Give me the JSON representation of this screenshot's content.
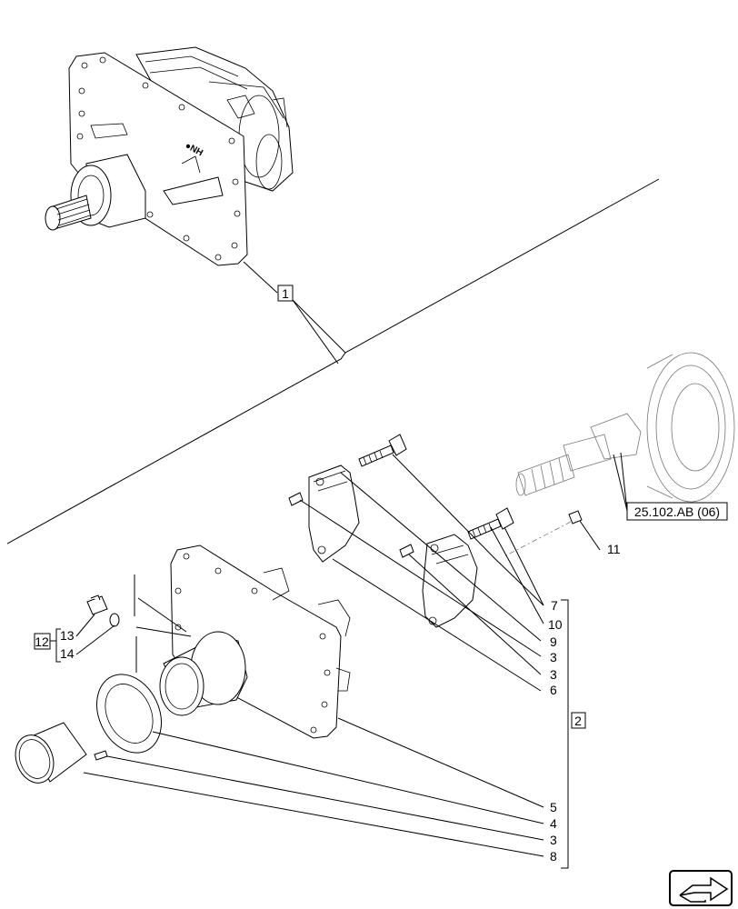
{
  "labels": {
    "l1": "1",
    "l2": "2",
    "l3a": "3",
    "l3b": "3",
    "l3c": "3",
    "l4": "4",
    "l5": "5",
    "l6": "6",
    "l7": "7",
    "l8": "8",
    "l9": "9",
    "l10": "10",
    "l11": "11",
    "l12": "12",
    "l13": "13",
    "l14": "14",
    "ref": "25.102.AB (06)"
  },
  "icons": {
    "nav": "next-page-arrow-icon"
  }
}
